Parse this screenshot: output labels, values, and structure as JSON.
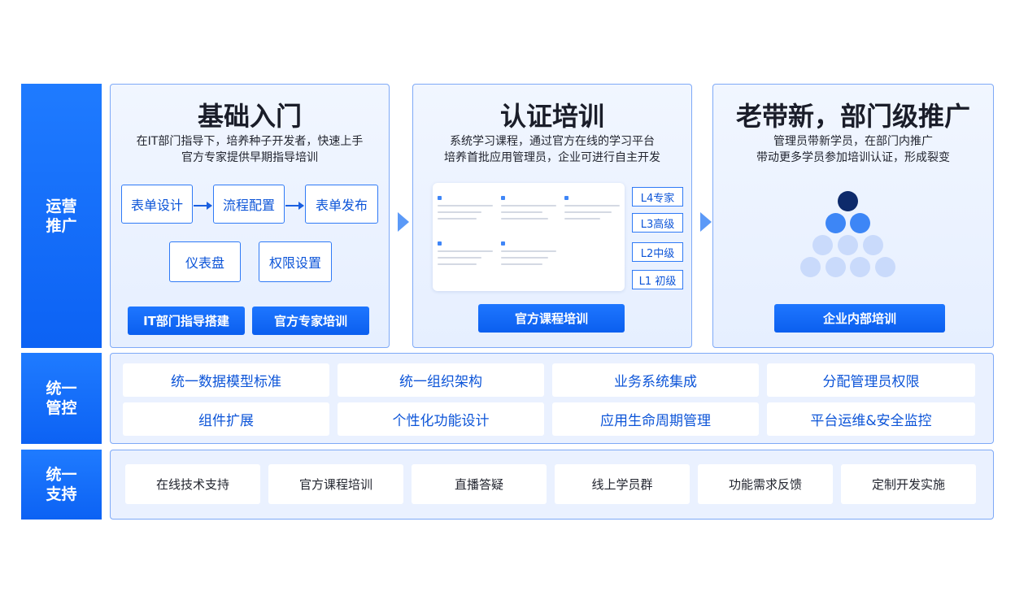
{
  "rows": {
    "ops": "运营\n推广",
    "control": "统一\n管控",
    "support": "统一\n支持"
  },
  "panel1": {
    "title": "基础入门",
    "desc1": "在IT部门指导下，培养种子开发者，快速上手",
    "desc2": "官方专家提供早期指导培训",
    "flow": [
      "表单设计",
      "流程配置",
      "表单发布"
    ],
    "boxes": [
      "仪表盘",
      "权限设置"
    ],
    "buttons": [
      "IT部门指导搭建",
      "官方专家培训"
    ]
  },
  "panel2": {
    "title": "认证培训",
    "desc1": "系统学习课程，通过官方在线的学习平台",
    "desc2": "培养首批应用管理员，企业可进行自主开发",
    "levels": [
      "L4专家",
      "L3高级",
      "L2中级",
      "L1 初级"
    ],
    "button": "官方课程培训"
  },
  "panel3": {
    "title": "老带新，部门级推广",
    "desc1": "管理员带新学员，在部门内推广",
    "desc2": "带动更多学员参加培训认证，形成裂变",
    "button": "企业内部培训"
  },
  "control": {
    "row1": [
      "统一数据模型标准",
      "统一组织架构",
      "业务系统集成",
      "分配管理员权限"
    ],
    "row2": [
      "组件扩展",
      "个性化功能设计",
      "应用生命周期管理",
      "平台运维&安全监控"
    ]
  },
  "support": {
    "items": [
      "在线技术支持",
      "官方课程培训",
      "直播答疑",
      "线上学员群",
      "功能需求反馈",
      "定制开发实施"
    ]
  },
  "colors": {
    "primary": "#0b5fef",
    "panel_border": "#7ea9f7",
    "dot_dark": "#0d2a6b",
    "dot_mid": "#3d86f6",
    "dot_light": "#c9dafb"
  }
}
